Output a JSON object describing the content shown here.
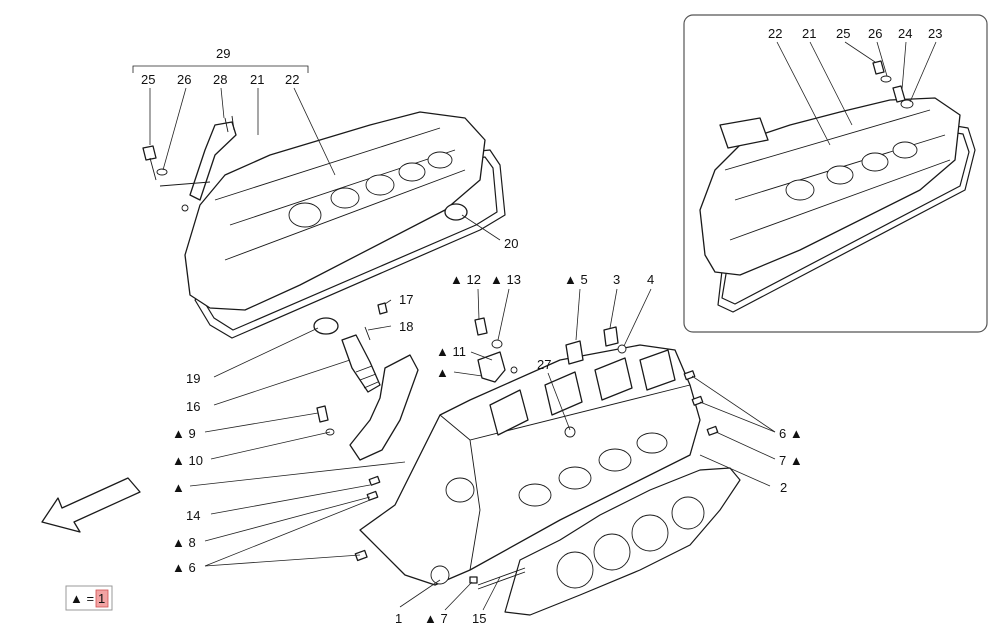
{
  "callouts": {
    "c29": "29",
    "c25a": "25",
    "c26a": "26",
    "c28": "28",
    "c21a": "21",
    "c22a": "22",
    "c20": "20",
    "c22b": "22",
    "c21b": "21",
    "c25b": "25",
    "c26b": "26",
    "c24": "24",
    "c23": "23",
    "c17": "17",
    "c18": "18",
    "c19": "19",
    "c16": "16",
    "c9": "▲ 9",
    "c10": "▲ 10",
    "c14tri": "▲",
    "c14": "14",
    "c8": "▲ 8",
    "c6a": "▲ 6",
    "c12": "▲ 12",
    "c13": "▲ 13",
    "c5": "▲ 5",
    "c3": "3",
    "c4": "4",
    "c11": "▲ 11",
    "c11tri": "▲",
    "c27": "27",
    "c6b": "6 ▲",
    "c7b": "7 ▲",
    "c2": "2",
    "c1": "1",
    "c7a": "▲ 7",
    "c15": "15"
  },
  "legend": {
    "symbol": "▲ =",
    "value": "1",
    "value_bg": "#f2a3a3"
  }
}
